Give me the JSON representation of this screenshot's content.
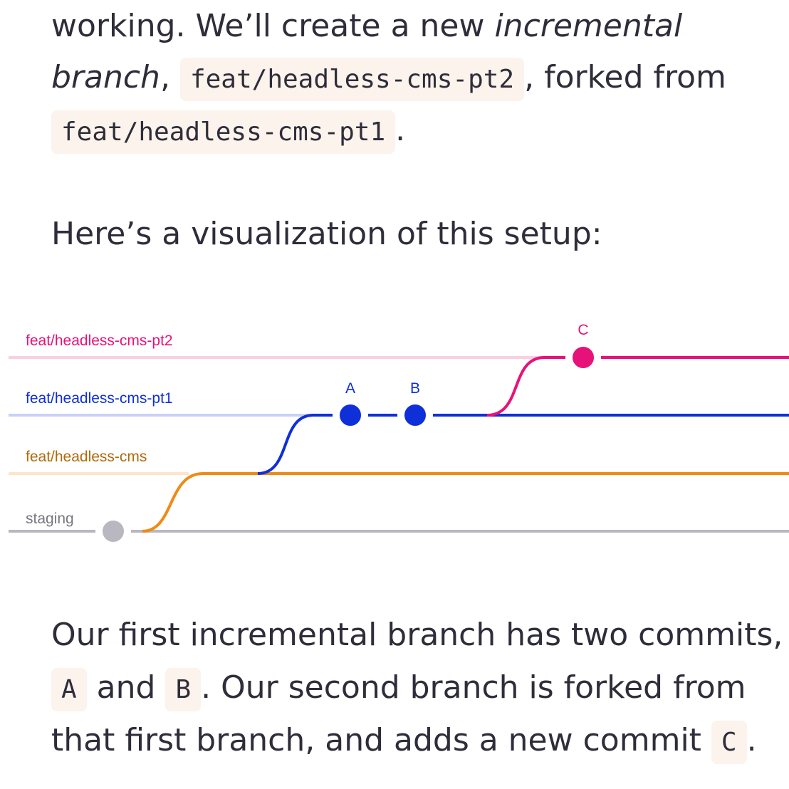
{
  "intro": {
    "l1_text": "working. We’ll create a new ",
    "l1_em": "incremental",
    "l2_em": "branch",
    "l2_sep": ",",
    "l2_code": "feat/headless-cms-pt2",
    "l2_text": ", forked from",
    "l3_code": "feat/headless-cms-pt1",
    "l3_end": "."
  },
  "viz_intro": "Here’s a visualization of this setup:",
  "diagram": {
    "branches": [
      {
        "id": "pt2",
        "label": "feat/headless-cms-pt2",
        "color": "#e6127a",
        "faint": "#f9cfe1"
      },
      {
        "id": "pt1",
        "label": "feat/headless-cms-pt1",
        "color": "#0f2fd8",
        "faint": "#c9d0f5"
      },
      {
        "id": "cms",
        "label": "feat/headless-cms",
        "color": "#f08a16",
        "faint": "#fde5cc"
      },
      {
        "id": "staging",
        "label": "staging",
        "color": "#b9b8c0",
        "faint": "#b9b8c0"
      }
    ],
    "commits": [
      {
        "label": "",
        "branch": "staging"
      },
      {
        "label": "A",
        "branch": "pt1"
      },
      {
        "label": "B",
        "branch": "pt1"
      },
      {
        "label": "C",
        "branch": "pt2"
      }
    ]
  },
  "outro": {
    "l1_text": "Our first incremental branch has two commits,",
    "l2_code_a": "A",
    "l2_and": " and ",
    "l2_code_b": "B",
    "l2_text": ". Our second branch is forked from",
    "l3_text": "that first branch, and adds a new commit ",
    "l3_code_c": "C",
    "l3_end": "."
  }
}
